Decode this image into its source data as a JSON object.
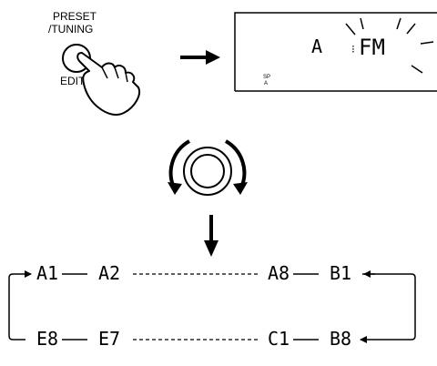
{
  "button_label_top_line1": "PRESET",
  "button_label_top_line2": "/TUNING",
  "button_label_bottom": "EDIT",
  "display": {
    "char": "A",
    "band": "FM",
    "indicator_sp": "SP",
    "indicator_a": "A"
  },
  "sequence": {
    "top": [
      "A1",
      "A2",
      "A8",
      "B1"
    ],
    "bottom": [
      "E8",
      "E7",
      "C1",
      "B8"
    ]
  }
}
